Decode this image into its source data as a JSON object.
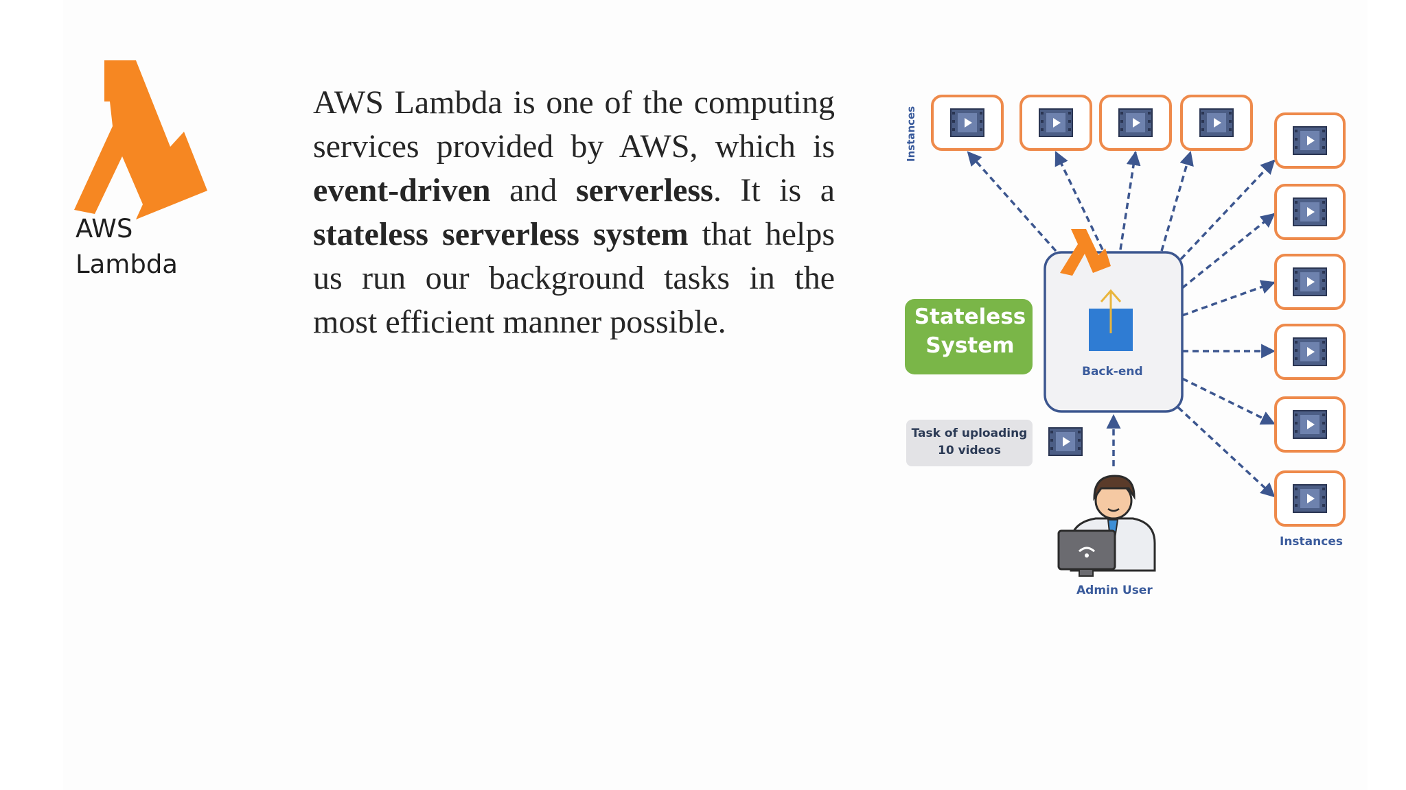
{
  "logo": {
    "icon": "lambda-icon",
    "caption_line1": "AWS",
    "caption_line2": "Lambda",
    "color": "#F68722"
  },
  "paragraph": {
    "t1": "AWS Lambda is one of the computing services provided by AWS, which is ",
    "b1": "event-driven",
    "t2": " and ",
    "b2": "serverless",
    "t3": ". It is a ",
    "b3": "stateless serverless system",
    "t4": " that helps us run our background tasks in the most efficient manner possible."
  },
  "diagram": {
    "instances_label_left": "Instances",
    "instances_label_right": "Instances",
    "backend_label": "Back-end",
    "stateless_label": "Stateless System",
    "task_label": "Task of uploading 10 videos",
    "admin_label": "Admin User",
    "colors": {
      "instance_border": "#EE8A4B",
      "arrow": "#3C568F",
      "stateless_bg": "#7AB648",
      "backend_box": "#2F7CD3",
      "text_blue": "#3A5B9C"
    }
  }
}
